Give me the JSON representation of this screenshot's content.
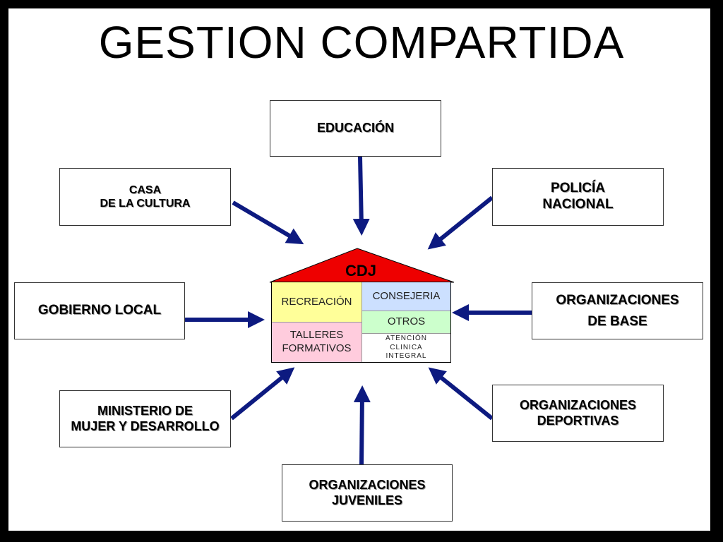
{
  "title": "GESTION COMPARTIDA",
  "center": {
    "roof_label": "CDJ",
    "roof_color": "#ee0000",
    "cells": {
      "recreacion": "RECREACIÓN",
      "consejeria": "CONSEJERIA",
      "otros": "OTROS",
      "talleres": "TALLERES\nFORMATIVOS",
      "atencion": "ATENCIÓN\nCLINICA\nINTEGRAL"
    },
    "cell_colors": {
      "recreacion": "#ffff99",
      "consejeria": "#cce0ff",
      "otros": "#ccffcc",
      "talleres": "#ffccdd",
      "atencion": "#ffffff"
    }
  },
  "nodes": {
    "educacion": "EDUCACIÓN",
    "casa_cultura": "CASA\nDE LA CULTURA",
    "policia": "POLICÍA\nNACIONAL",
    "gobierno_local": "GOBIERNO LOCAL",
    "org_base": "ORGANIZACIONES\nDE BASE",
    "ministerio": "MINISTERIO DE\nMUJER Y DESARROLLO",
    "org_deportivas": "ORGANIZACIONES\nDEPORTIVAS",
    "org_juveniles": "ORGANIZACIONES\nJUVENILES"
  },
  "arrow_color": "#0d1a80"
}
